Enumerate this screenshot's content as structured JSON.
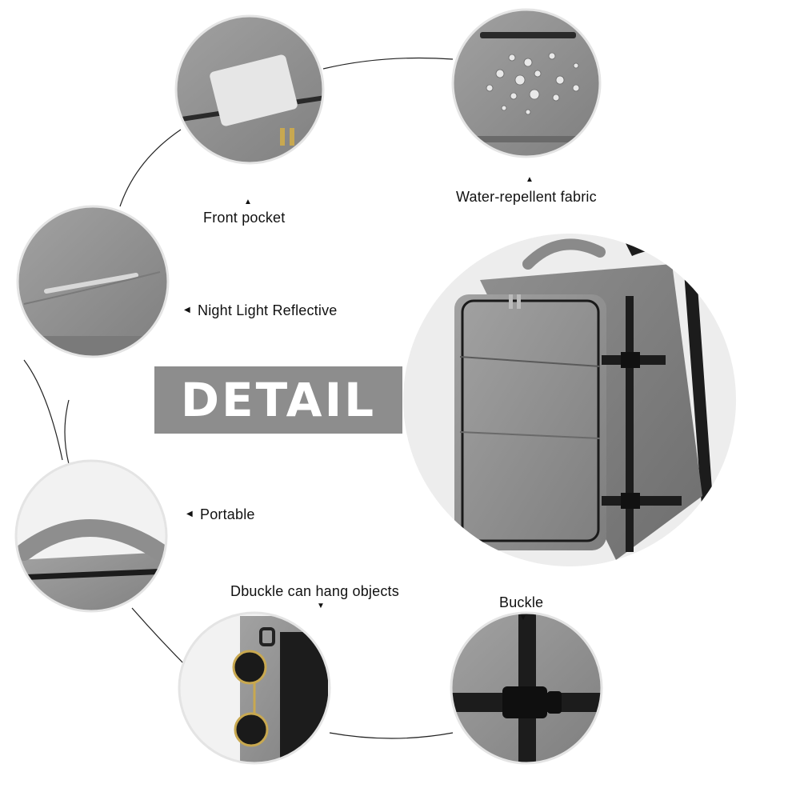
{
  "banner": {
    "title": "DETAIL"
  },
  "features": {
    "front_pocket": "Front pocket",
    "water_repellent": "Water-repellent fabric",
    "night_light": "Night Light Reflective",
    "portable": "Portable",
    "dbuckle": "Dbuckle can hang objects",
    "buckle": "Buckle"
  },
  "icons": {
    "arrow_up": "triangle-up-icon",
    "arrow_left": "triangle-left-icon",
    "arrow_down": "triangle-down-icon"
  },
  "colors": {
    "fabric_gray": "#8d8d8d",
    "strap_black": "#1c1c1c",
    "banner_gray": "#8d8d8d"
  }
}
